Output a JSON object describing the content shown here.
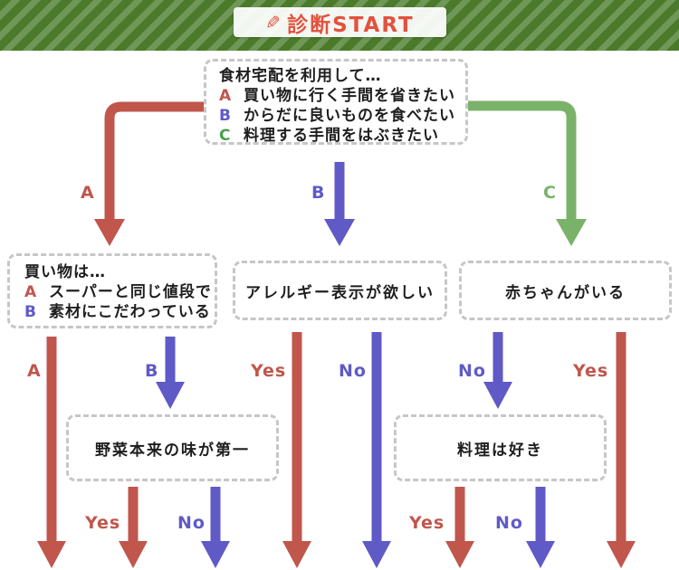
{
  "banner": {
    "title": "診断START",
    "icon": "pencil-icon"
  },
  "colors": {
    "red": "#c0564c",
    "blue": "#5f5ac6",
    "green": "#7bb26a",
    "letter_green": "#49a04b",
    "banner_dark": "#4a7a2a",
    "banner_light": "#6f9757",
    "badge_text": "#e2523e",
    "border_gray": "#c6c6c6"
  },
  "nodes": {
    "start": {
      "title": "食材宅配を利用して…",
      "options": [
        {
          "key": "A",
          "color": "red",
          "text": "買い物に行く手間を省きたい"
        },
        {
          "key": "B",
          "color": "blue",
          "text": "からだに良いものを食べたい"
        },
        {
          "key": "C",
          "color": "green",
          "text": "料理する手間をはぶきたい"
        }
      ]
    },
    "shopping": {
      "title": "買い物は…",
      "options": [
        {
          "key": "A",
          "color": "red",
          "text": "スーパーと同じ値段で"
        },
        {
          "key": "B",
          "color": "blue",
          "text": "素材にこだわっている"
        }
      ]
    },
    "allergy": {
      "text": "アレルギー表示が欲しい"
    },
    "baby": {
      "text": "赤ちゃんがいる"
    },
    "vegetable": {
      "text": "野菜本来の味が第一"
    },
    "cooking": {
      "text": "料理は好き"
    }
  },
  "edge_labels": {
    "top_a": {
      "text": "A",
      "color": "red"
    },
    "top_b": {
      "text": "B",
      "color": "blue"
    },
    "top_c": {
      "text": "C",
      "color": "green"
    },
    "shop_a": {
      "text": "A",
      "color": "red"
    },
    "shop_b": {
      "text": "B",
      "color": "blue"
    },
    "allergy_yes": {
      "text": "Yes",
      "color": "red"
    },
    "allergy_no": {
      "text": "No",
      "color": "blue"
    },
    "baby_no": {
      "text": "No",
      "color": "blue"
    },
    "baby_yes": {
      "text": "Yes",
      "color": "red"
    },
    "veg_yes": {
      "text": "Yes",
      "color": "red"
    },
    "veg_no": {
      "text": "No",
      "color": "blue"
    },
    "cook_yes": {
      "text": "Yes",
      "color": "red"
    },
    "cook_no": {
      "text": "No",
      "color": "blue"
    }
  }
}
